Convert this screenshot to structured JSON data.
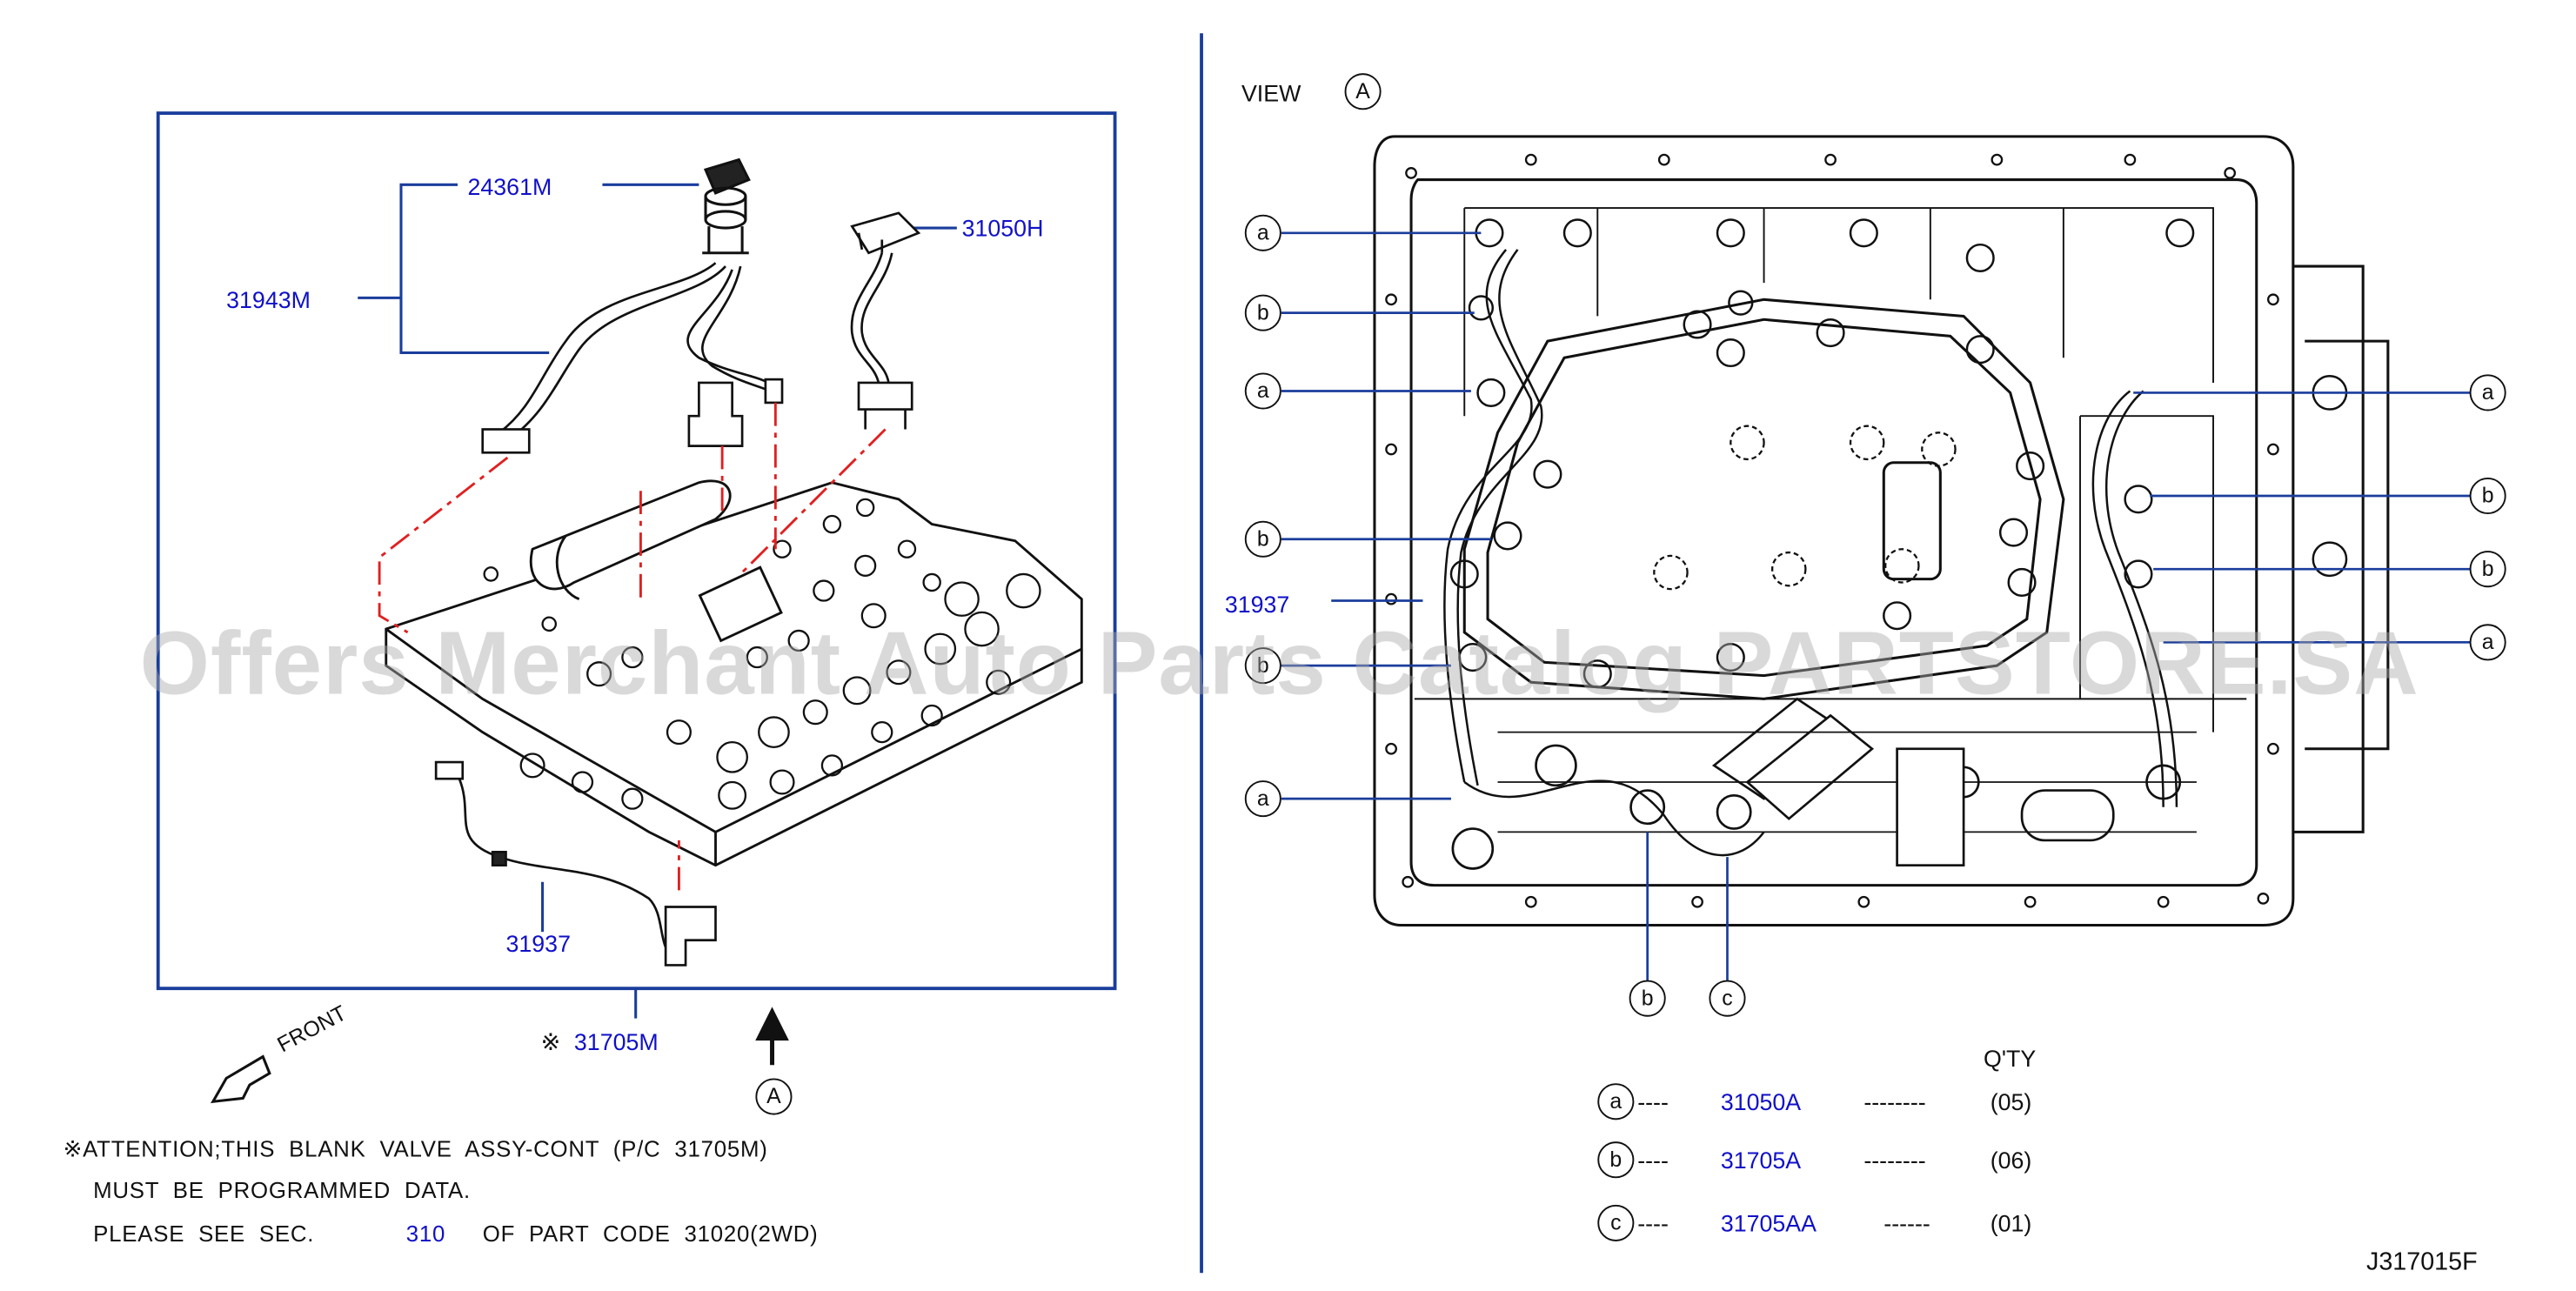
{
  "left_panel": {
    "parts": {
      "p24361m": "24361M",
      "p31943m": "31943M",
      "p31050h": "31050H",
      "p31937": "31937",
      "p31705m": "31705M"
    },
    "assy_mark": "※",
    "front_label": "FRONT",
    "view_marker": "A"
  },
  "attention": {
    "line1": "※ATTENTION;THIS  BLANK  VALVE  ASSY-CONT  (P/C  31705M)",
    "line2": "MUST  BE  PROGRAMMED  DATA.",
    "line3_a": "PLEASE  SEE  SEC.",
    "line3_link": "310",
    "line3_b": "OF  PART  CODE  31020(2WD)"
  },
  "right_panel": {
    "view_label": "VIEW",
    "view_marker": "A",
    "label_31937": "31937",
    "callouts_left": [
      "a",
      "b",
      "a",
      "b",
      "b",
      "a"
    ],
    "callouts_right": [
      "a",
      "b",
      "b",
      "a"
    ],
    "callouts_bottom": [
      "b",
      "c"
    ]
  },
  "qty_table": {
    "header": "Q'TY",
    "rows": [
      {
        "key": "a",
        "part": "31050A",
        "dashes": "--------",
        "qty": "(05)"
      },
      {
        "key": "b",
        "part": "31705A",
        "dashes": "--------",
        "qty": "(06)"
      },
      {
        "key": "c",
        "part": "31705AA",
        "dashes": "------",
        "qty": "(01)"
      }
    ],
    "leader_dashes": "----"
  },
  "diagram_code": "J317015F",
  "watermark": "Offers Merchant Auto Parts Catalog PARTSTORE.SA",
  "colors": {
    "label_blue": "#1010c8",
    "frame_blue": "#1a3d9c",
    "leader_red": "#e02020",
    "line_dark": "#111111"
  }
}
